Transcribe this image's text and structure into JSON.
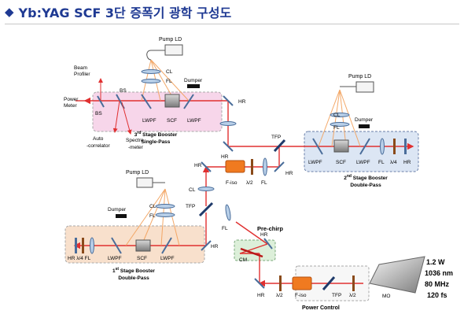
{
  "title": "Yb:YAG SCF 3단 증폭기 광학 구성도",
  "labels": {
    "pump_ld_top": "Pump LD",
    "cl_top": "CL",
    "fl_top": "FL",
    "dumper_top": "Dumper",
    "beam_profiler_1": "Beam",
    "beam_profiler_2": "Profiler",
    "power_meter_1": "Power",
    "power_meter_2": "Meter",
    "bs_left": "BS",
    "bs_right": "BS",
    "lwpf_3a": "LWPF",
    "scf_3": "SCF",
    "lwpf_3b": "LWPF",
    "autocorr_1": "Auto",
    "autocorr_2": "-correlator",
    "spectro_1": "Spectro",
    "spectro_2": "-meter",
    "stage3_1": "3",
    "stage3_sup": "rd",
    "stage3_2": " Stage Booster",
    "stage3_3": "Single-Pass",
    "hr_top": "HR",
    "hr_mid": "HR",
    "tfp_mid": "TFP",
    "pump_ld_right": "Pump LD",
    "cl_right": "CL",
    "fl_right": "FL",
    "dumper_right": "Dumper",
    "lwpf_2a": "LWPF",
    "scf_2": "SCF",
    "lwpf_2b": "LWPF",
    "fl_2": "FL",
    "lambda4_2": "λ/4",
    "hr_2": "HR",
    "stage2_1": "2",
    "stage2_sup": "nd",
    "stage2_2": " Stage Booster",
    "stage2_3": "Double-Pass",
    "hr_left1": "HR",
    "hr_right1": "HR",
    "fiso_1": "F-iso",
    "lambda2_1": "λ/2",
    "fl_mid": "FL",
    "cl_mid": "CL",
    "tfp_left": "TFP",
    "fl_chirp": "FL",
    "prechirp": "Pre-chirp",
    "hr_chirp": "HR",
    "cm": "CM",
    "pump_ld_left": "Pump LD",
    "cl_left": "CL",
    "fl_left": "FL",
    "dumper_left": "Dumper",
    "hr_lambda4_fl": "HR λ/4  FL",
    "lwpf_1a": "LWPF",
    "scf_1": "SCF",
    "lwpf_1b": "LWPF",
    "hr_stage1": "HR",
    "stage1_1": "1",
    "stage1_sup": "st",
    "stage1_2": " Stage Booster",
    "stage1_3": "Double-Pass",
    "hr_bottom": "HR",
    "lambda2_2": "λ/2",
    "fiso_2": "F-iso",
    "tfp_bottom": "TFP",
    "lambda2_3": "λ/2",
    "power_control": "Power Control",
    "mo": "MO",
    "specs": [
      "1.2 W",
      "1036 nm",
      "80 MHz",
      "120 fs"
    ]
  },
  "colors": {
    "title": "#1f3a93",
    "beam": "#e03030",
    "pump": "#f2a05a",
    "stage3_box": "#f7d6ea",
    "stage2_box": "#dce6f4",
    "stage1_box": "#f8e0cc",
    "prechirp_box": "#dcefd9",
    "lens": "#b8cfe8",
    "mirror": "#4a6d9a",
    "fiso": "#f07a20",
    "waveplate": "#8a4a1a"
  }
}
